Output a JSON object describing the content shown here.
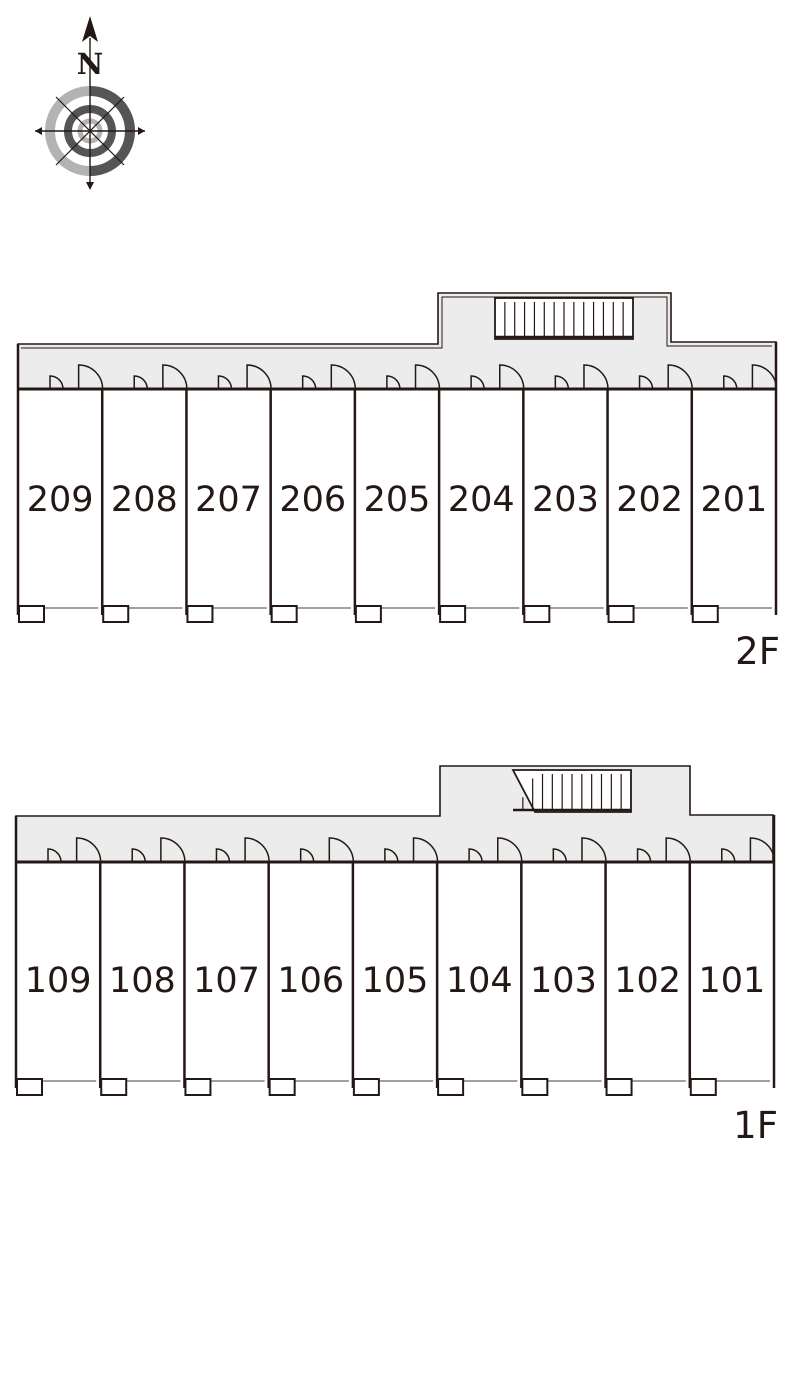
{
  "compass": {
    "north_label": "N",
    "icon": "compass-rose-icon"
  },
  "floors": [
    {
      "label": "2F",
      "rooms": [
        "209",
        "208",
        "207",
        "206",
        "205",
        "204",
        "203",
        "202",
        "201"
      ]
    },
    {
      "label": "1F",
      "rooms": [
        "109",
        "108",
        "107",
        "106",
        "105",
        "104",
        "103",
        "102",
        "101"
      ]
    }
  ],
  "colors": {
    "wall": "#231815",
    "corridor": "#ececec",
    "compass_dark": "#555555",
    "compass_light": "#b3b3b3",
    "window": "#a0a0a0"
  }
}
